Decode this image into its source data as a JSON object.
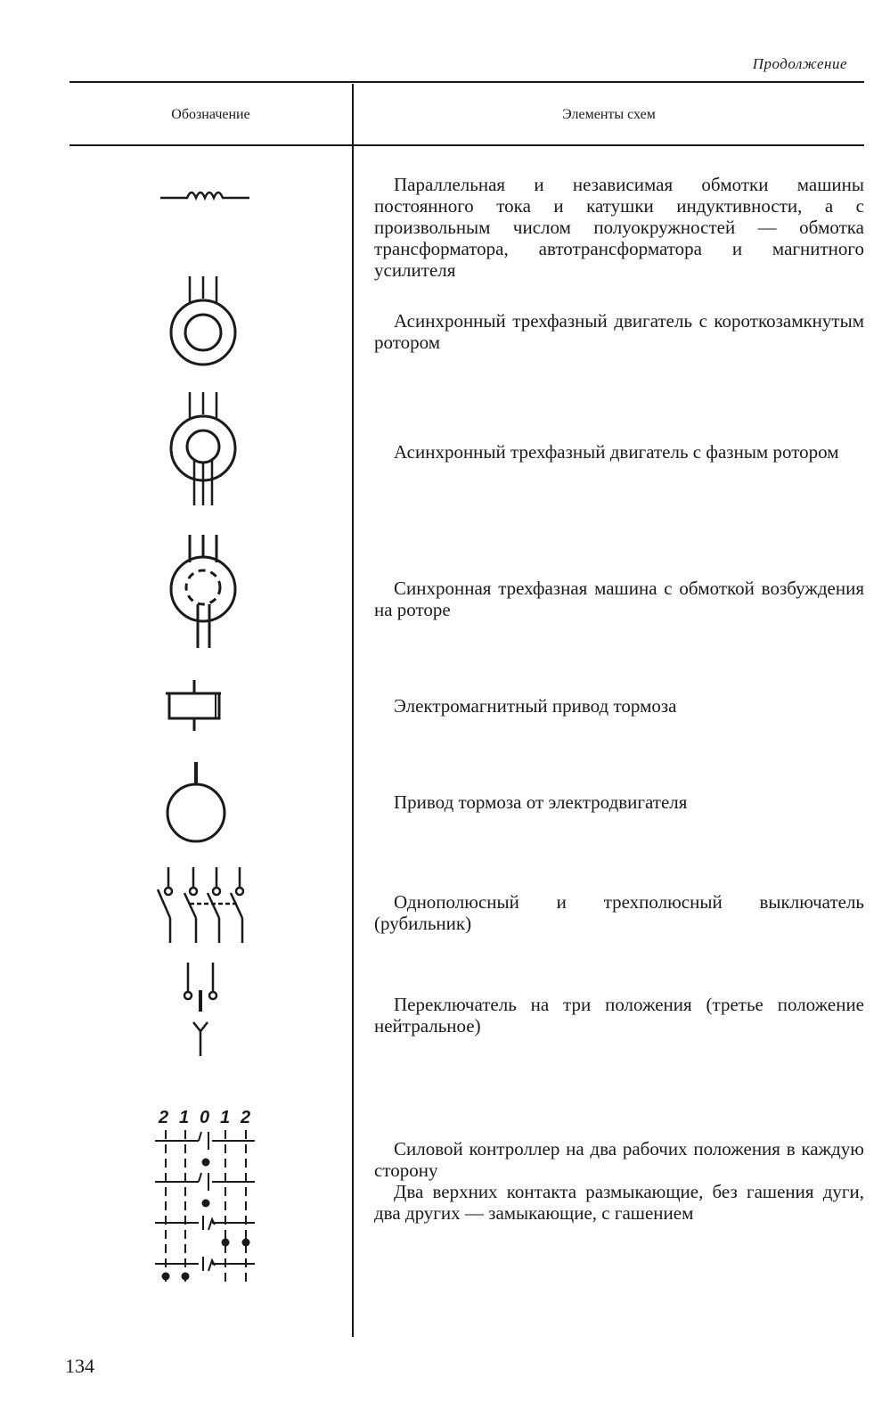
{
  "header": {
    "continued": "Продолжение"
  },
  "columns": {
    "symbol": "Обозначение",
    "element": "Элементы схем"
  },
  "rows": [
    {
      "symbol_icon": "inductor-winding",
      "text": "Параллельная и независимая обмотки машины постоянного тока и катушки индуктивности, а с произвольным числом полуокружностей — обмотка трансформатора, автотрансформатора и магнитного усилителя"
    },
    {
      "symbol_icon": "async-motor-squirrel-cage",
      "text": "Асинхронный трехфазный двигатель с короткозамкнутым ротором"
    },
    {
      "symbol_icon": "async-motor-wound-rotor",
      "text": "Асинхронный трехфазный двигатель с фазным ротором"
    },
    {
      "symbol_icon": "synchronous-machine",
      "text": "Синхронная трехфазная машина с обмоткой возбуждения на роторе"
    },
    {
      "symbol_icon": "electromagnetic-brake",
      "text": "Электромагнитный привод тормоза"
    },
    {
      "symbol_icon": "motor-brake-drive",
      "text": "Привод тормоза от электродвигателя"
    },
    {
      "symbol_icon": "knife-switch",
      "text": "Однополюсный и трехполюсный выключатель (рубильник)"
    },
    {
      "symbol_icon": "three-position-switch",
      "text": "Переключатель на три положения (третье положение нейтральное)"
    },
    {
      "symbol_icon": "power-controller",
      "controller_positions": [
        "2",
        "1",
        "0",
        "1",
        "2"
      ],
      "text": "Силовой контроллер на два рабочих положения в каждую сторону",
      "text2": "Два верхних контакта размыкающие, без гашения дуги, два других — замыкающие, с гашением"
    }
  ],
  "page_number": "134"
}
